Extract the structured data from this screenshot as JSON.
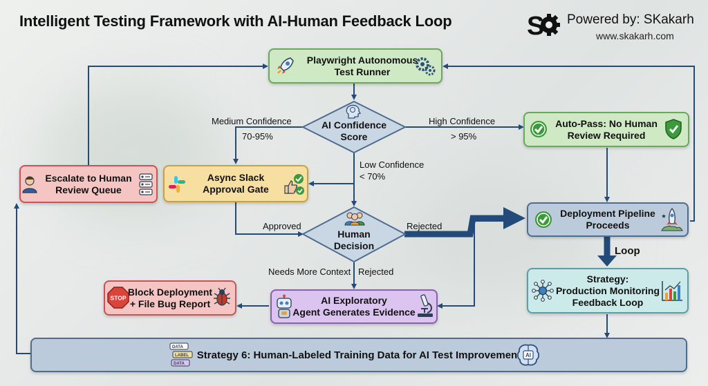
{
  "title": "Intelligent Testing Framework with AI-Human Feedback Loop",
  "brand": {
    "logo_text": "S",
    "powered_by": "Powered by: SKakarh",
    "url": "www.skakarh.com"
  },
  "nodes": {
    "runner": {
      "text": "Playwright Autonomous\nTest Runner",
      "icons": [
        "rocket-icon",
        "gears-icon"
      ]
    },
    "confidence": {
      "text": "AI Confidence\nScore",
      "icons": [
        "brain-head-icon"
      ]
    },
    "autopass": {
      "text": "Auto-Pass: No Human\nReview Required",
      "icons": [
        "check-circle-icon",
        "shield-check-icon"
      ]
    },
    "escalate": {
      "text": "Escalate to Human\nReview Queue",
      "icons": [
        "person-icon",
        "queue-list-icon"
      ]
    },
    "slack": {
      "text": "Async Slack\nApproval Gate",
      "icons": [
        "slack-icon",
        "thumbs-approve-icon"
      ]
    },
    "decision": {
      "text": "Human\nDecision",
      "icons": [
        "people-icon"
      ]
    },
    "deploy": {
      "text": "Deployment Pipeline\nProceeds",
      "icons": [
        "check-circle-icon",
        "rocket-launch-icon"
      ]
    },
    "monitoring": {
      "text": "Strategy:\nProduction Monitoring\nFeedback Loop",
      "icons": [
        "network-icon",
        "bar-chart-icon"
      ]
    },
    "block": {
      "text": "Block Deployment\n+ File Bug Report",
      "icons": [
        "stop-sign-icon",
        "bug-icon"
      ]
    },
    "exploratory": {
      "text": "AI Exploratory\nAgent Generates Evidence",
      "icons": [
        "robot-icon",
        "microscope-icon"
      ]
    },
    "training": {
      "text": "Strategy 6: Human-Labeled Training Data for AI Test Improvement",
      "icons": [
        "data-labels-icon",
        "ai-brain-icon"
      ]
    }
  },
  "icon_text": {
    "stop": "STOP",
    "data_tags": [
      "DATA",
      "LABEL",
      "DATA"
    ],
    "ai": "AI"
  },
  "edge_labels": {
    "medium": "Medium Confidence",
    "medium_range": "70-95%",
    "high": "High Confidence",
    "high_range": "> 95%",
    "low": "Low Confidence",
    "low_range": "< 70%",
    "approved": "Approved",
    "rejected_right": "Rejected",
    "needs_context": "Needs More Context",
    "rejected_down": "Rejected",
    "loop": "Loop"
  },
  "colors": {
    "arrow": "#234a78",
    "green": "#cfe9c4",
    "red": "#f4c5c2",
    "yellow": "#f6dfa0",
    "steel": "#bccbdb",
    "teal": "#cdeaea",
    "purple": "#dbc4ef"
  }
}
